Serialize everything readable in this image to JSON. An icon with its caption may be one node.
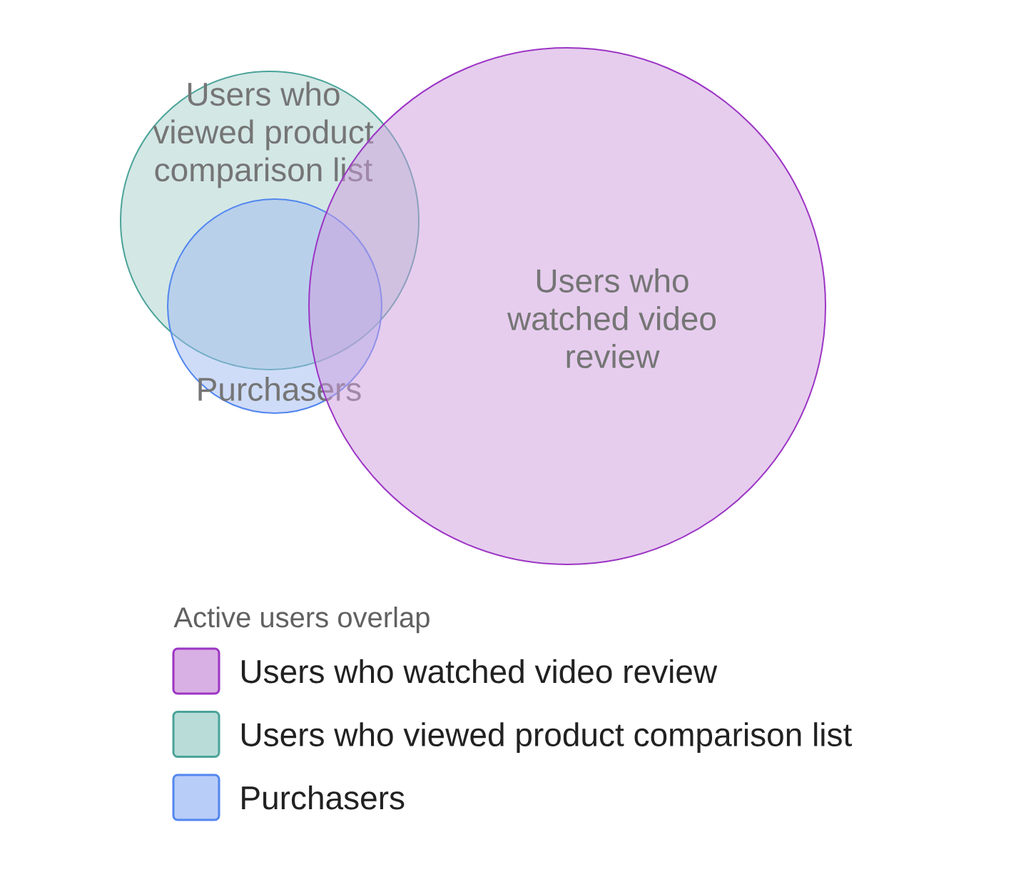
{
  "diagram": {
    "nodes": [
      {
        "text": [
          "Users who viewed product comparison list"
        ]
      },
      {
        "text": [
          "Purchasers"
        ]
      },
      {
        "text": [
          "Users who watched video review"
        ]
      }
    ],
    "labels": [
      "Active users overlap"
    ],
    "legend": [
      {
        "text": "Users who watched video review",
        "color": "#d9b0e3"
      },
      {
        "text": "Users who viewed product comparison list",
        "color": "#b9dcd9"
      },
      {
        "text": "Purchasers",
        "color": "#b8cdf7"
      }
    ]
  }
}
